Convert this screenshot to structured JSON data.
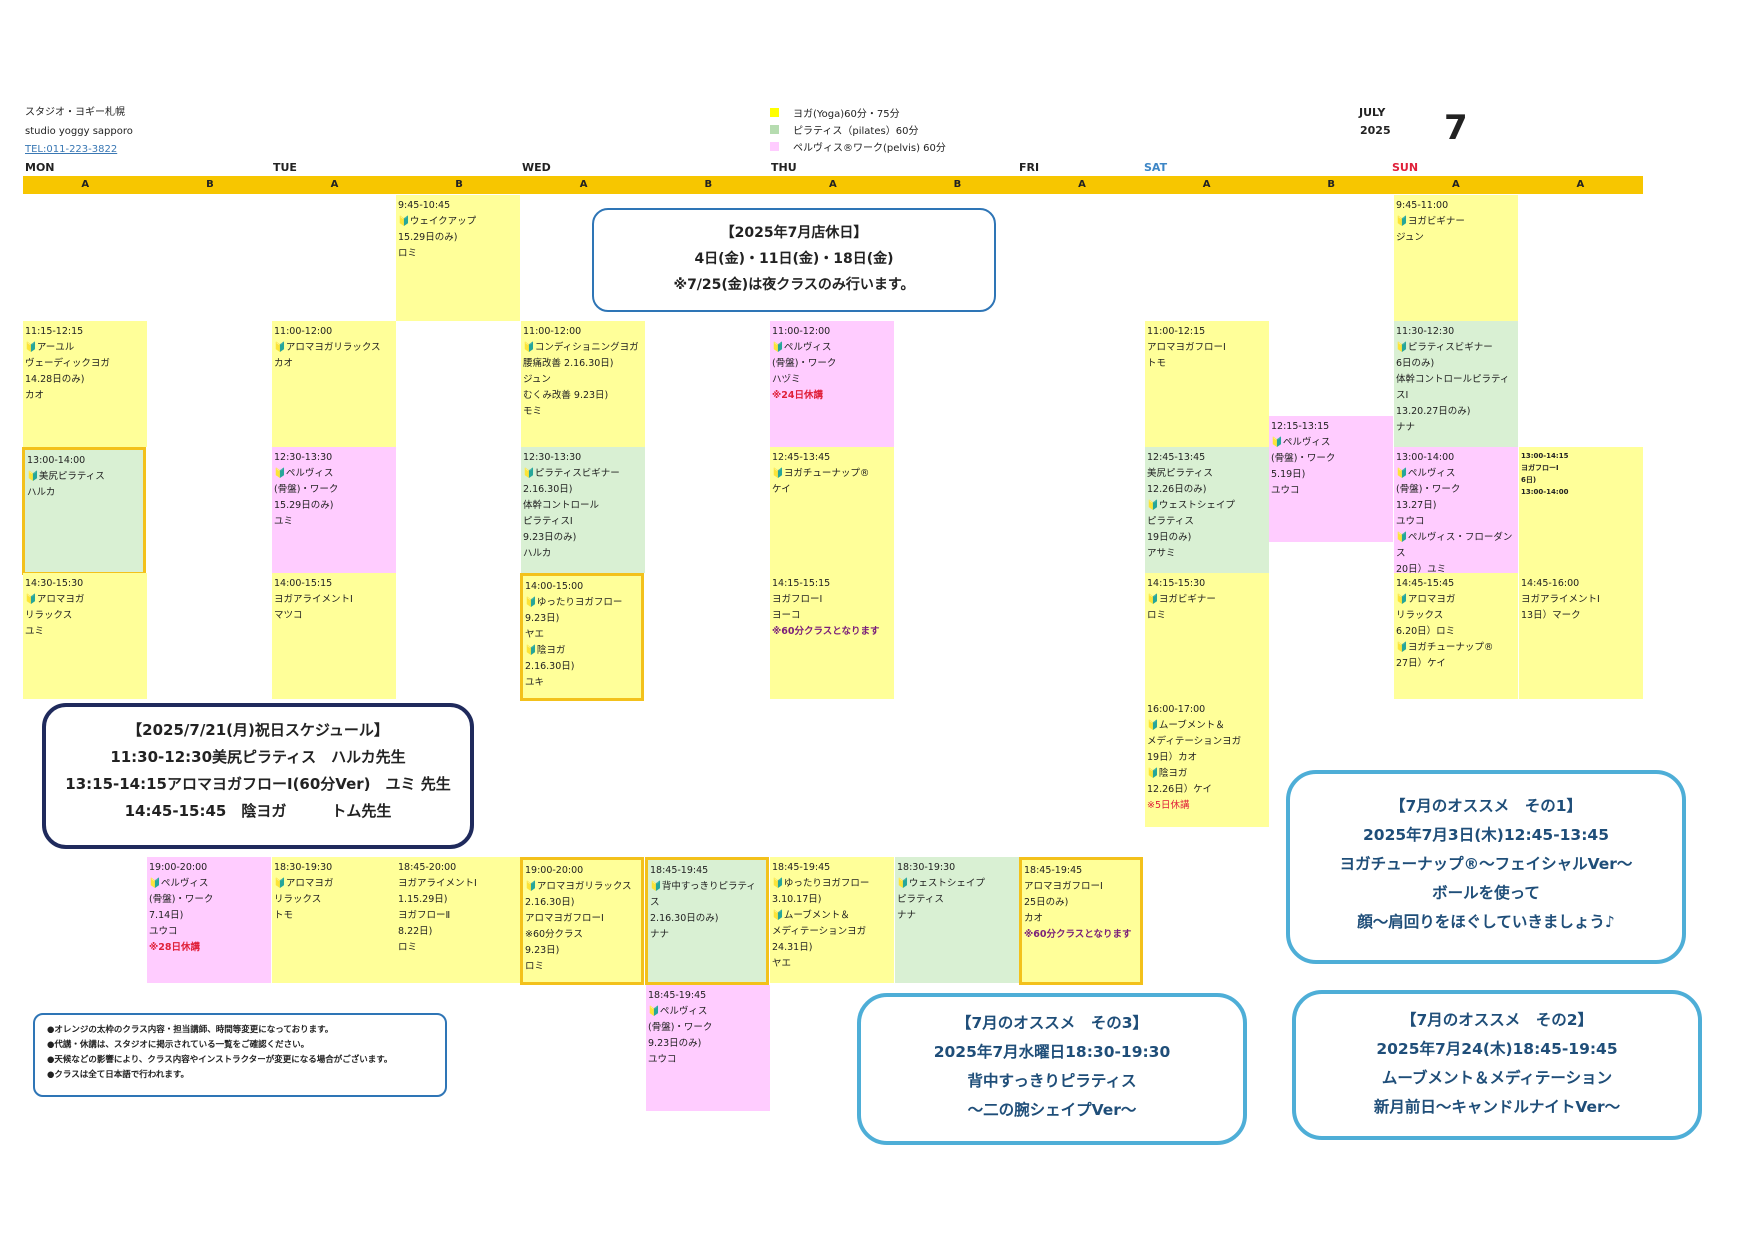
{
  "header": {
    "studio_jp": "スタジオ・ヨギー札幌",
    "studio_en": "studio yoggy sapporo",
    "tel": "TEL:011-223-3822",
    "month_name": "JULY",
    "year": "2025",
    "month_num": "7"
  },
  "legend": [
    {
      "color": "#ffff00",
      "text": "ヨガ(Yoga)60分・75分"
    },
    {
      "color": "#b6dcb0",
      "text": "ピラティス（pilates）60分"
    },
    {
      "color": "#ffccff",
      "text": "ペルヴィス®ワーク(pelvis) 60分"
    }
  ],
  "days": {
    "mon": "MON",
    "tue": "TUE",
    "wed": "WED",
    "thu": "THU",
    "fri": "FRI",
    "sat": "SAT",
    "sun": "SUN"
  },
  "studio_columns": [
    "A",
    "B",
    "A",
    "B",
    "A",
    "B",
    "A",
    "B",
    "A",
    "A",
    "B",
    "A",
    "A"
  ],
  "classes": [
    {
      "type": "y",
      "text": "9:45-10:45\n🔰ウェイクアップ\n15.29日のみ)\nロミ"
    },
    {
      "type": "y",
      "text": "9:45-11:00\n🔰ヨガビギナー\nジュン"
    },
    {
      "type": "y",
      "text": "11:15-12:15\n🔰アーユル\nヴェーディックヨガ\n14.28日のみ)\nカオ"
    },
    {
      "type": "y",
      "text": "11:00-12:00\n🔰アロマヨガリラックス\nカオ"
    },
    {
      "type": "y",
      "text": "11:00-12:00\n🔰コンディショニングヨガ\n腰痛改善 2.16.30日)\nジュン\nむくみ改善 9.23日)\nモミ"
    },
    {
      "type": "p",
      "text": "11:00-12:00\n🔰ペルヴィス\n(骨盤)・ワーク\nハヅミ",
      "red": "※24日休講"
    },
    {
      "type": "y",
      "text": "11:00-12:15\nアロマヨガフローⅠ\nトモ"
    },
    {
      "type": "g",
      "text": "11:30-12:30\n🔰ピラティスビギナー\n6日のみ)\n体幹コントロールピラティスⅠ\n13.20.27日のみ)\nナナ"
    },
    {
      "type": "p",
      "text": "12:15-13:15\n🔰ペルヴィス\n(骨盤)・ワーク\n5.19日)\nユウコ"
    },
    {
      "type": "g",
      "text": "13:00-14:00\n🔰美尻ピラティス\nハルカ"
    },
    {
      "type": "p",
      "text": "12:30-13:30\n🔰ペルヴィス\n(骨盤)・ワーク\n15.29日のみ)\nユミ"
    },
    {
      "type": "g",
      "text": "12:30-13:30\n🔰ピラティスビギナー\n2.16.30日)\n体幹コントロール\nピラティスⅠ\n9.23日のみ)\nハルカ"
    },
    {
      "type": "y",
      "text": "12:45-13:45\n🔰ヨガチューナップ®\nケイ"
    },
    {
      "type": "g",
      "text": "12:45-13:45\n美尻ピラティス\n12.26日のみ)\n🔰ウェストシェイプ\nピラティス\n19日のみ)\nアサミ"
    },
    {
      "type": "p",
      "text": "13:00-14:00\n🔰ペルヴィス\n(骨盤)・ワーク\n13.27日)\nユウコ\n🔰ペルヴィス・フローダンス\n20日）ユミ"
    },
    {
      "type": "y",
      "text": "13:00-14:15\nヨガフローⅠ\n6日)\n13:00-14:00"
    },
    {
      "type": "y",
      "text": "14:30-15:30\n🔰アロマヨガ\nリラックス\nユミ"
    },
    {
      "type": "y",
      "text": "14:00-15:15\nヨガアライメントⅠ\nマツコ"
    },
    {
      "type": "y",
      "text": "14:00-15:00\n🔰ゆったりヨガフロー\n9.23日)\nヤエ\n🔰陰ヨガ\n2.16.30日)\nユキ"
    },
    {
      "type": "y",
      "text": "14:15-15:15\nヨガフローⅠ\nヨーコ",
      "purple": "※60分クラスとなります"
    },
    {
      "type": "y",
      "text": "14:15-15:30\n🔰ヨガビギナー\nロミ"
    },
    {
      "type": "y",
      "text": "14:45-15:45\n🔰アロマヨガ\nリラックス\n6.20日）ロミ\n🔰ヨガチューナップ®\n27日）ケイ"
    },
    {
      "type": "y",
      "text": "14:45-16:00\nヨガアライメントⅠ\n13日）マーク"
    },
    {
      "type": "y",
      "text": "16:00-17:00\n🔰ムーブメント＆\nメディテーションヨガ\n19日）カオ\n🔰陰ヨガ\n12.26日）ケイ",
      "red": "※5日休講"
    },
    {
      "type": "p",
      "text": "19:00-20:00\n🔰ペルヴィス\n(骨盤)・ワーク\n7.14日)\nユウコ",
      "red": "※28日休講"
    },
    {
      "type": "y",
      "text": "18:30-19:30\n🔰アロマヨガ\nリラックス\nトモ"
    },
    {
      "type": "y",
      "text": "18:45-20:00\nヨガアライメントⅠ\n1.15.29日)\nヨガフローⅡ\n8.22日)\nロミ"
    },
    {
      "type": "y",
      "text": "19:00-20:00\n🔰アロマヨガリラックス\n2.16.30日)\nアロマヨガフローⅠ\n※60分クラス\n9.23日)\nロミ"
    },
    {
      "type": "g",
      "text": "18:45-19:45\n🔰背中すっきりピラティス\n2.16.30日のみ)\nナナ"
    },
    {
      "type": "y",
      "text": "18:45-19:45\n🔰ゆったりヨガフロー\n3.10.17日)\n🔰ムーブメント＆\nメディテーションヨガ\n24.31日)\nヤエ"
    },
    {
      "type": "g",
      "text": "18:30-19:30\n🔰ウェストシェイプ\nピラティス\nナナ"
    },
    {
      "type": "y",
      "text": "18:45-19:45\nアロマヨガフローⅠ\n25日のみ)\nカオ",
      "purple": "※60分クラスとなります"
    },
    {
      "type": "p",
      "text": "18:45-19:45\n🔰ペルヴィス\n(骨盤)・ワーク\n9.23日のみ)\nユウコ"
    }
  ],
  "closed_notice": {
    "title": "【2025年7月店休日】",
    "line1": "4日(金)・11日(金)・18日(金)",
    "line2": "※7/25(金)は夜クラスのみ行います。"
  },
  "holiday_notice": {
    "title": "【2025/7/21(月)祝日スケジュール】",
    "line1": "11:30-12:30美尻ピラティス　ハルカ先生",
    "line2": "13:15-14:15アロマヨガフローⅠ(60分Ver)　ユミ 先生",
    "line3": "14:45-15:45　陰ヨガ　　　トム先生"
  },
  "recommend1": {
    "title": "【7月のオススメ　その1】",
    "line1": "2025年7月3日(木)12:45-13:45",
    "line2": "ヨガチューナップ®～フェイシャルVer～",
    "line3": "ボールを使って",
    "line4": "顔～肩回りをほぐしていきましょう♪"
  },
  "recommend2": {
    "title": "【7月のオススメ　その2】",
    "line1": "2025年7月24(木)18:45-19:45",
    "line2": "ムーブメント＆メディテーション",
    "line3": "新月前日～キャンドルナイトVer～"
  },
  "recommend3": {
    "title": "【7月のオススメ　その3】",
    "line1": "2025年7月水曜日18:30-19:30",
    "line2": "背中すっきりピラティス",
    "line3": "～二の腕シェイプVer～"
  },
  "notes": [
    "●オレンジの太枠のクラス内容・担当講師、時間等変更になっております。",
    "●代講・休講は、スタジオに掲示されている一覧をご確認ください。",
    "●天候などの影響により、クラス内容やインストラクターが変更になる場合がございます。",
    "●クラスは全て日本語で行われます。"
  ]
}
